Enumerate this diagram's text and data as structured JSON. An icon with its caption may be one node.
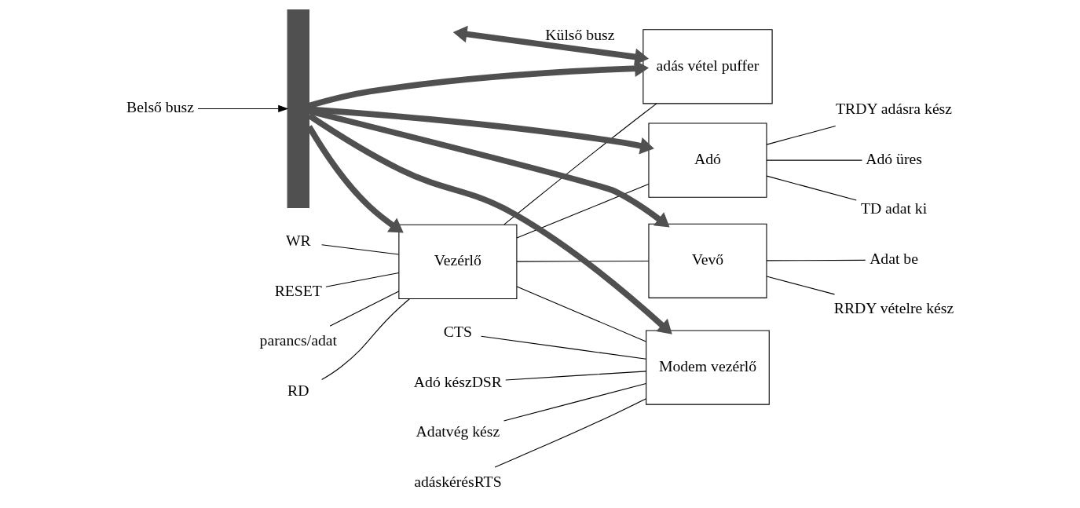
{
  "diagram": {
    "nodes": [
      {
        "text": [
          "adás vétel puffer"
        ]
      },
      {
        "text": [
          "Vezérlő"
        ]
      },
      {
        "text": [
          "Adó"
        ]
      },
      {
        "text": [
          "Modem vezérlő"
        ]
      },
      {
        "text": [
          "Vevő"
        ]
      },
      {
        "text": [],
        "shape": "bar"
      },
      {
        "text": [
          "Belső busz"
        ]
      },
      {
        "text": [
          "RESET"
        ]
      },
      {
        "text": [
          "parancs/adat"
        ]
      },
      {
        "text": [
          "RD"
        ]
      },
      {
        "text": [
          "WR"
        ]
      },
      {
        "text": [
          "TD adat ki"
        ]
      },
      {
        "text": [
          "TRDY adásra kész"
        ]
      },
      {
        "text": [
          "Adó üres"
        ]
      },
      {
        "text": [
          "Adó készDSR"
        ]
      },
      {
        "text": [
          "Adatvég kész"
        ]
      },
      {
        "text": [
          "adáskérésRTS"
        ]
      },
      {
        "text": [
          "CTS"
        ]
      },
      {
        "text": [
          "RRDY vételre kész"
        ]
      },
      {
        "text": [
          "Adat be"
        ]
      }
    ],
    "edges": [
      {
        "from": null,
        "to": 0,
        "arrow": "both",
        "style": "thick",
        "color": "#505050",
        "label": "Külső busz"
      },
      {
        "from": 5,
        "to": 0,
        "arrow": "to",
        "style": "thick",
        "color": "#505050"
      },
      {
        "from": 5,
        "to": 1,
        "arrow": "to",
        "style": "thick",
        "color": "#505050"
      },
      {
        "from": 5,
        "to": 2,
        "arrow": "to",
        "style": "thick",
        "color": "#505050"
      },
      {
        "from": 5,
        "to": 3,
        "arrow": "to",
        "style": "thick",
        "color": "#505050"
      },
      {
        "from": 5,
        "to": 4,
        "arrow": "to",
        "style": "thick",
        "color": "#505050"
      },
      {
        "from": 6,
        "to": 5,
        "arrow": "to"
      },
      {
        "from": 1,
        "to": 0,
        "arrow": "none"
      },
      {
        "from": 1,
        "to": 2,
        "arrow": "none"
      },
      {
        "from": 1,
        "to": 3,
        "arrow": "none"
      },
      {
        "from": 1,
        "to": 4,
        "arrow": "none"
      },
      {
        "from": 7,
        "to": 1,
        "arrow": "none"
      },
      {
        "from": 8,
        "to": 1,
        "arrow": "none"
      },
      {
        "from": 9,
        "to": 1,
        "arrow": "none"
      },
      {
        "from": 10,
        "to": 1,
        "arrow": "none"
      },
      {
        "from": 2,
        "to": 11,
        "arrow": "none"
      },
      {
        "from": 2,
        "to": 12,
        "arrow": "none"
      },
      {
        "from": 2,
        "to": 13,
        "arrow": "none"
      },
      {
        "from": 14,
        "to": 3,
        "arrow": "none"
      },
      {
        "from": 15,
        "to": 3,
        "arrow": "none"
      },
      {
        "from": 16,
        "to": 3,
        "arrow": "none"
      },
      {
        "from": 17,
        "to": 3,
        "arrow": "none"
      },
      {
        "from": 4,
        "to": 18,
        "arrow": "none"
      },
      {
        "from": 4,
        "to": 19,
        "arrow": "none"
      }
    ]
  }
}
